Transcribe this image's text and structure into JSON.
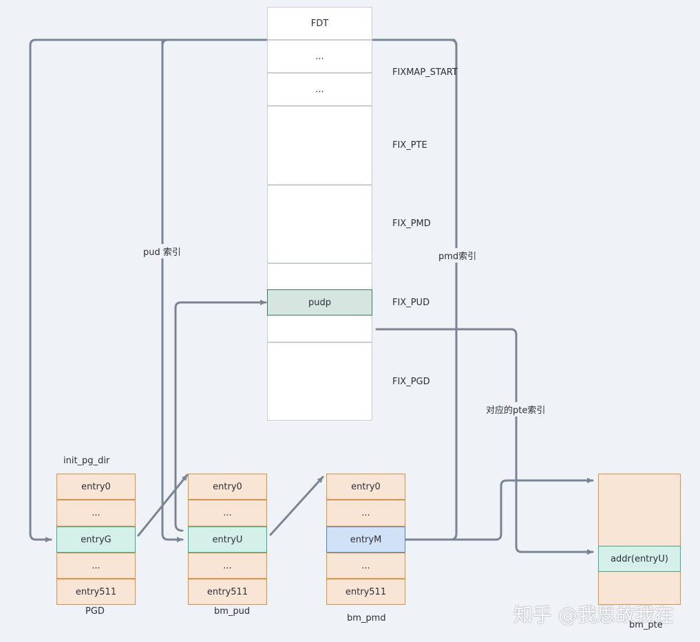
{
  "memory": {
    "cells": [
      "FDT",
      "...",
      "...",
      "",
      "",
      "",
      "pudp",
      "",
      ""
    ],
    "side_labels": [
      "FIXMAP_START",
      "FIX_PTE",
      "FIX_PMD",
      "FIX_PUD",
      "FIX_PGD"
    ]
  },
  "tables": {
    "pgd": {
      "title": "init_pg_dir",
      "entries": [
        "entry0",
        "...",
        "entryG",
        "...",
        "entry511"
      ],
      "caption": "PGD"
    },
    "pud": {
      "entries": [
        "entry0",
        "...",
        "entryU",
        "...",
        "entry511"
      ],
      "caption": "bm_pud"
    },
    "pmd": {
      "entries": [
        "entry0",
        "...",
        "entryM",
        "...",
        "entry511"
      ],
      "caption": "bm_pmd"
    },
    "pte": {
      "entry": "addr(entryU)",
      "caption": "bm_pte"
    }
  },
  "edge_labels": {
    "pud_index": "pud 索引",
    "pmd_index": "pmd索引",
    "pte_index": "对应的pte索引"
  },
  "watermark": "知乎 @我思故我在",
  "colors": {
    "background": "#eff2f6",
    "arrow": "#7a8492",
    "entry_fill": "#f9e5d6",
    "entry_border": "#e0913d",
    "selected_fill": "#d5efe9",
    "pudp_fill": "#d5e6e1",
    "entryM_fill": "#d2e2f6"
  }
}
